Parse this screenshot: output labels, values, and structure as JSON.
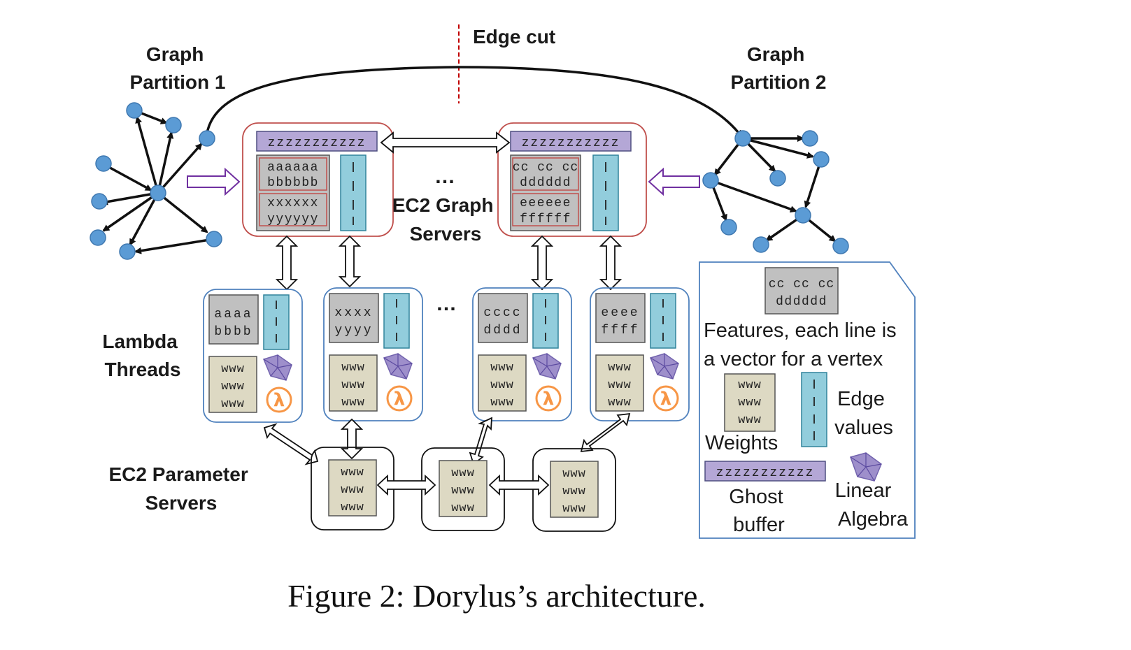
{
  "labels": {
    "edge_cut": "Edge cut",
    "graph_partition_1": [
      "Graph",
      "Partition 1"
    ],
    "graph_partition_2": [
      "Graph",
      "Partition 2"
    ],
    "graph_servers": [
      "EC2 Graph",
      "Servers"
    ],
    "lambda_threads": [
      "Lambda",
      "Threads"
    ],
    "param_servers": [
      "EC2 Parameter",
      "Servers"
    ],
    "ellipsis": "…",
    "caption": "Figure 2: Dorylus’s architecture."
  },
  "graph_servers": [
    {
      "ghost": "zzzzzzzzzzz",
      "features": [
        [
          "aaaaaa",
          "bbbbbb"
        ],
        [
          "xxxxxx",
          "yyyyyy"
        ]
      ]
    },
    {
      "ghost": "zzzzzzzzzzz",
      "features": [
        [
          "cc cc cc",
          "dddddd"
        ],
        [
          "eeeeee",
          "ffffff"
        ]
      ]
    }
  ],
  "lambda_threads": [
    {
      "features": [
        "aaaa",
        "bbbb"
      ],
      "weights": [
        "www",
        "www",
        "www"
      ]
    },
    {
      "features": [
        "xxxx",
        "yyyy"
      ],
      "weights": [
        "www",
        "www",
        "www"
      ]
    },
    {
      "features": [
        "cccc",
        "dddd"
      ],
      "weights": [
        "www",
        "www",
        "www"
      ]
    },
    {
      "features": [
        "eeee",
        "ffff"
      ],
      "weights": [
        "www",
        "www",
        "www"
      ]
    }
  ],
  "param_servers": [
    {
      "weights": [
        "www",
        "www",
        "www"
      ]
    },
    {
      "weights": [
        "www",
        "www",
        "www"
      ]
    },
    {
      "weights": [
        "www",
        "www",
        "www"
      ]
    }
  ],
  "legend": {
    "feature_sample": [
      "cc cc cc",
      "dddddd"
    ],
    "features_text": [
      "Features, each line is",
      "a vector for a vertex"
    ],
    "weights_sample": [
      "www",
      "www",
      "www"
    ],
    "weights_text": "Weights",
    "edge_values_text": [
      "Edge",
      "values"
    ],
    "ghost_sample": "zzzzzzzzzzz",
    "ghost_text": [
      "Ghost",
      "buffer"
    ],
    "linear_algebra_text": [
      "Linear",
      "Algebra"
    ]
  },
  "colors": {
    "vertex": "#5b9bd5",
    "feature_box": "#c0c0c0",
    "weight_box": "#ddd9c3",
    "edge_box": "#92cddc",
    "ghost_box": "#b4a7d6",
    "graph_server_border": "#c0504d",
    "lambda_border": "#4f81bd",
    "lambda_icon": "#f79646",
    "arrow_purple": "#7030a0",
    "edge_cut_line": "#c00000"
  }
}
